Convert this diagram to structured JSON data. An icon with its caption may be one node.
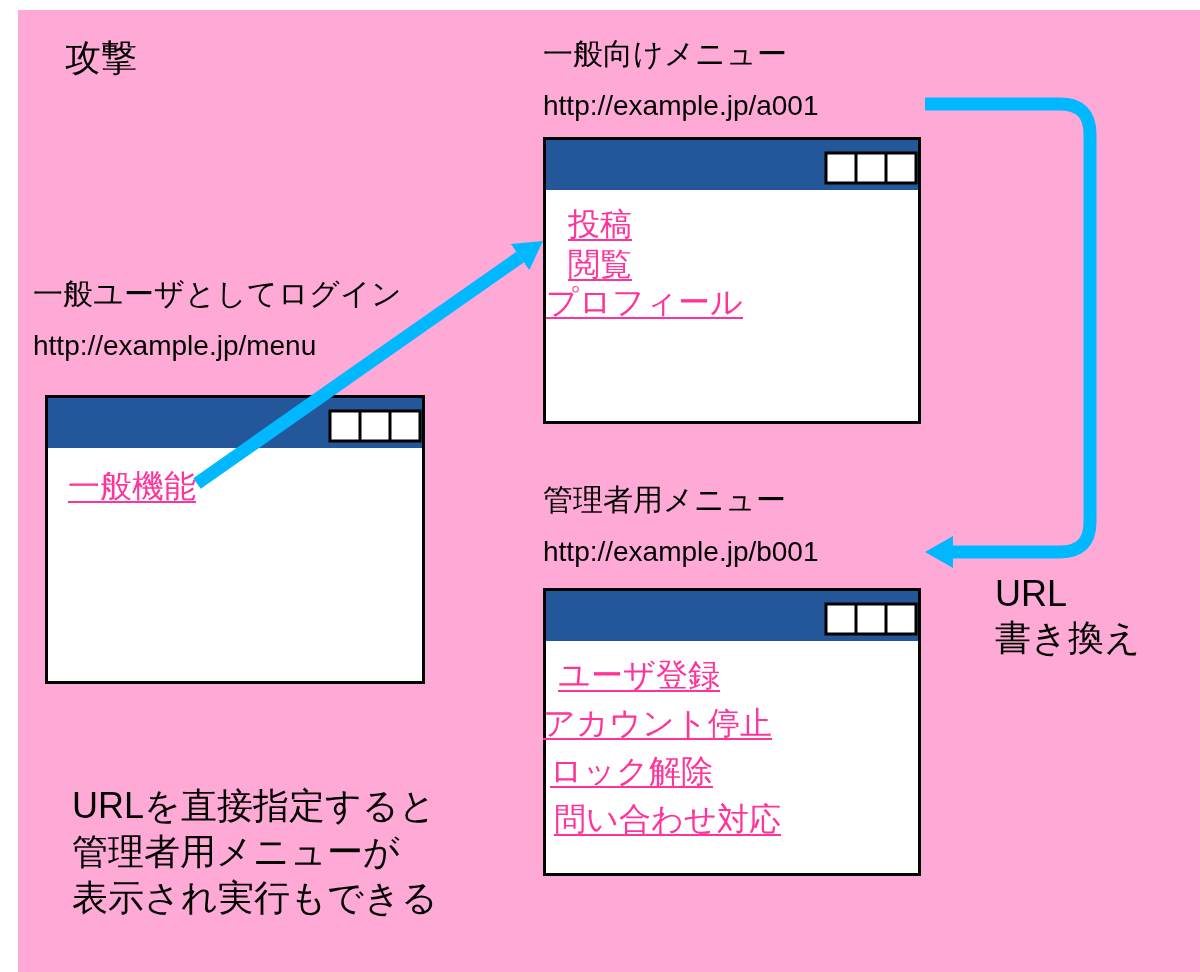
{
  "diagram": {
    "nodes": [
      {
        "text": [
          "一般ユーザとしてログイン",
          "http://example.jp/menu"
        ]
      },
      {
        "text": [
          "一般機能"
        ],
        "in": 0
      },
      {
        "text": [
          "一般向けメニュー",
          "http://example.jp/a001"
        ]
      },
      {
        "text": [
          "投稿"
        ],
        "in": 2
      },
      {
        "text": [
          "閲覧"
        ],
        "in": 2
      },
      {
        "text": [
          "プロフィール"
        ],
        "in": 2
      },
      {
        "text": [
          "管理者用メニュー",
          "http://example.jp/b001"
        ]
      },
      {
        "text": [
          "ユーザ登録"
        ],
        "in": 6
      },
      {
        "text": [
          "アカウント停止"
        ],
        "in": 6
      },
      {
        "text": [
          "ロック解除"
        ],
        "in": 6
      },
      {
        "text": [
          "問い合わせ対応"
        ],
        "in": 6
      }
    ],
    "edges": [
      {
        "from": 1,
        "to": 2,
        "arrow": "to"
      },
      {
        "from": 2,
        "to": 6,
        "arrow": "to",
        "label": "URL 書き換え"
      }
    ],
    "labels": [
      "攻撃",
      "URLを直接指定すると",
      "管理者用メニューが",
      "表示され実行もできる"
    ]
  }
}
